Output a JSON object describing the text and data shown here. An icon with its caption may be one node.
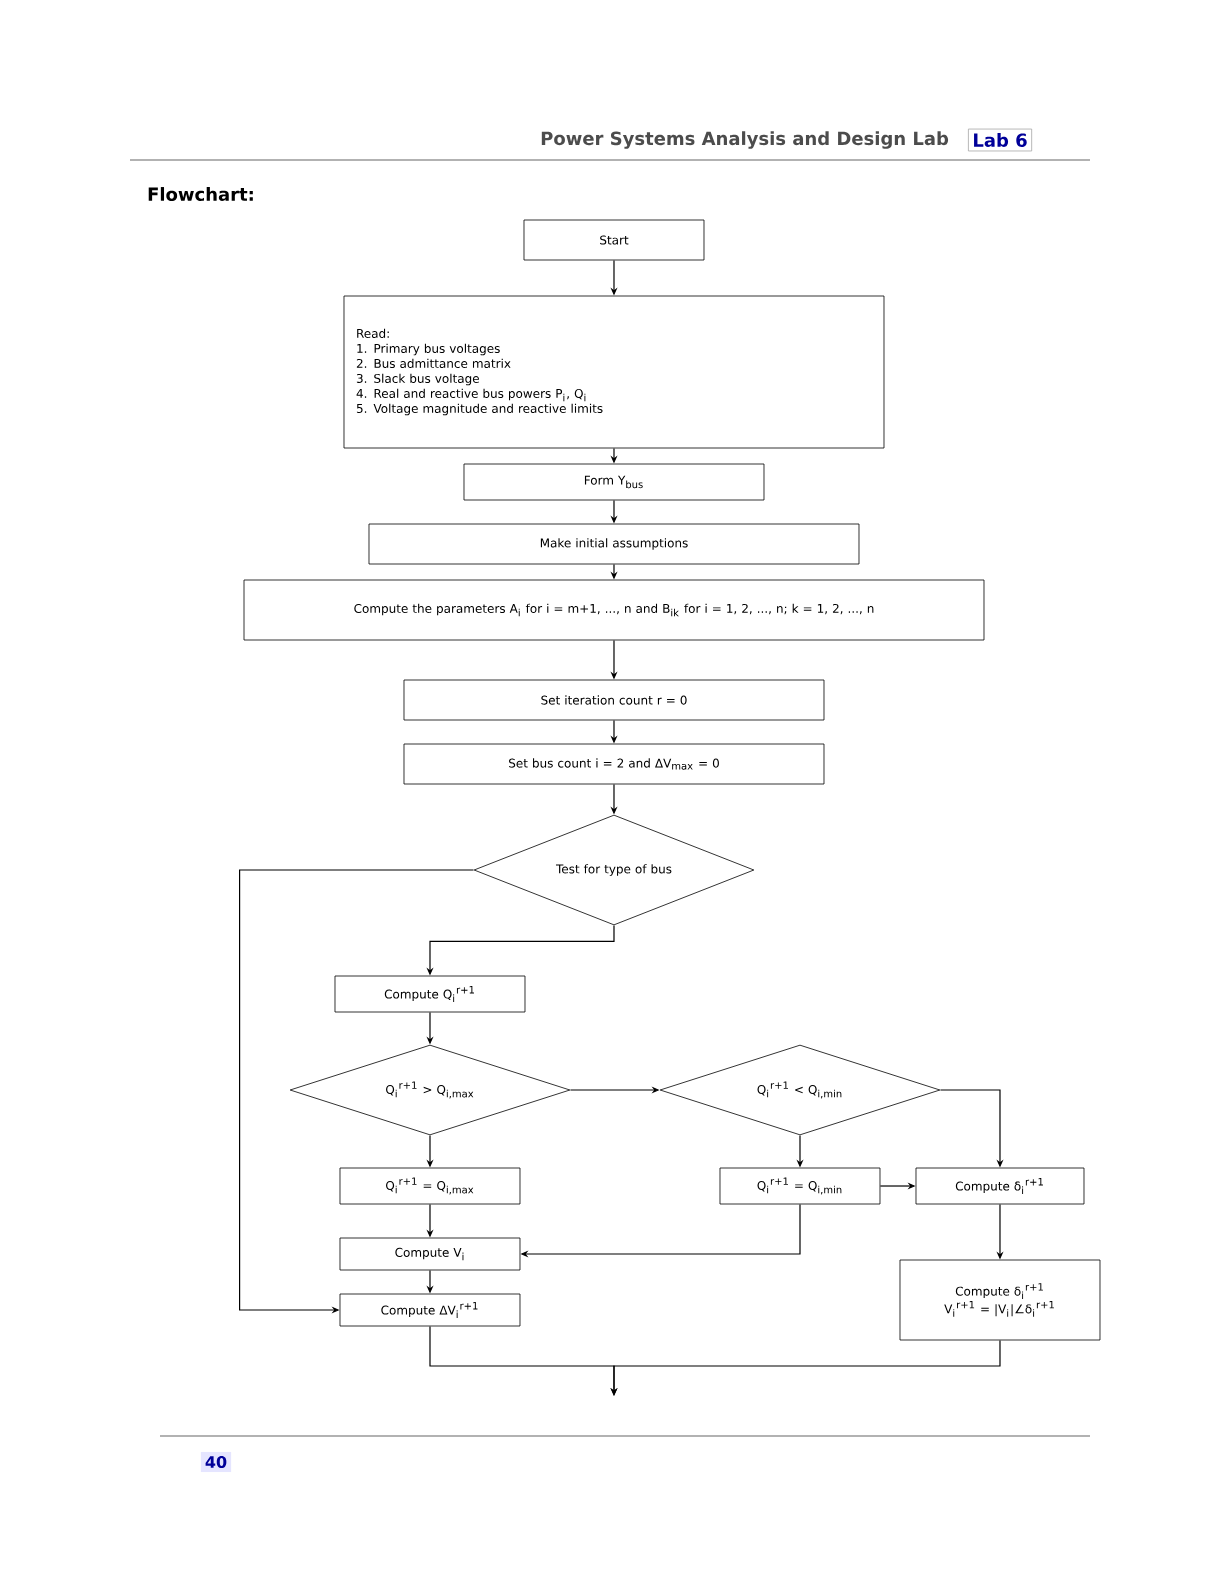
{
  "diagram": {
    "title": "Flowchart:",
    "nodes": [
      {
        "text": [
          "Start"
        ]
      },
      {
        "text": [
          "Read:",
          "1. Primary bus voltages",
          "2. Bus admittance matrix",
          "3. Slack bus voltage",
          "4. Real and reactive bus powers P$_{i}$, Q$_{i}$",
          "5. Voltage magnitude and reactive limits"
        ]
      },
      {
        "text": [
          "Form Y$_{bus}$"
        ]
      },
      {
        "text": [
          "Make initial assumptions"
        ]
      },
      {
        "text": [
          "Compute the parameters A$_{i}$ for i = m+1, ..., n and B$_{ik}$ for i = 1, 2, ..., n; k = 1, 2, ..., n"
        ]
      },
      {
        "text": [
          "Set iteration count r = 0"
        ]
      },
      {
        "text": [
          "Set bus count i = 2 and ΔV$_{max}$ = 0"
        ]
      },
      {
        "text": [
          "Test for type of bus"
        ]
      },
      {
        "text": [
          "Compute Q$_{i}$$^{r+1}$"
        ]
      },
      {
        "text": [
          "Q$_{i}$$^{r+1}$ > Q$_{i,max}$"
        ]
      },
      {
        "text": [
          "Q$_{i}$$^{r+1}$ < Q$_{i,min}$"
        ]
      },
      {
        "text": [
          "Q$_{i}$$^{r+1}$ = Q$_{i,max}$"
        ]
      },
      {
        "text": [
          "Q$_{i}$$^{r+1}$ = Q$_{i,min}$"
        ]
      },
      {
        "text": [
          "Compute δ$_{i}$$^{r+1}$"
        ]
      },
      {
        "text": [
          "Compute V$_{i}$"
        ]
      },
      {
        "text": [
          "Compute ΔV$_{i}$$^{r+1}$"
        ]
      },
      {
        "text": [
          "Compute δ$_{i}$$^{r+1}$",
          "V$_{i}$$^{r+1}$ = |V$_{i}$|∠δ$_{i}$$^{r+1}$"
        ]
      }
    ],
    "edges": [
      {
        "from": 0,
        "to": 1,
        "arrow": "to"
      },
      {
        "from": 1,
        "to": 2,
        "arrow": "to"
      },
      {
        "from": 2,
        "to": 3,
        "arrow": "to"
      },
      {
        "from": 3,
        "to": 4,
        "arrow": "to"
      },
      {
        "from": 4,
        "to": 5,
        "arrow": "to"
      },
      {
        "from": 5,
        "to": 6,
        "arrow": "to"
      },
      {
        "from": 6,
        "to": 7,
        "arrow": "to"
      },
      {
        "from": 7,
        "to": 15,
        "arrow": "to"
      },
      {
        "from": 7,
        "to": 8,
        "arrow": "to"
      },
      {
        "from": 8,
        "to": 9,
        "arrow": "to"
      },
      {
        "from": 9,
        "to": 10,
        "arrow": "to"
      },
      {
        "from": 9,
        "to": 11,
        "arrow": "to"
      },
      {
        "from": 10,
        "to": 12,
        "arrow": "to"
      },
      {
        "from": 10,
        "to": 13,
        "arrow": "to"
      },
      {
        "from": 12,
        "to": 13,
        "arrow": "to"
      },
      {
        "from": 11,
        "to": 14,
        "arrow": "to"
      },
      {
        "from": 14,
        "to": 15,
        "arrow": "to"
      },
      {
        "from": 12,
        "to": 14,
        "arrow": "to"
      },
      {
        "from": 13,
        "to": 16,
        "arrow": "to"
      },
      {
        "from": 15,
        "to": null,
        "arrow": "to"
      },
      {
        "from": 16,
        "to": null,
        "arrow": "to"
      }
    ],
    "labels": [
      "Power Systems Analysis and Design Lab",
      "Lab 6",
      "40"
    ]
  }
}
